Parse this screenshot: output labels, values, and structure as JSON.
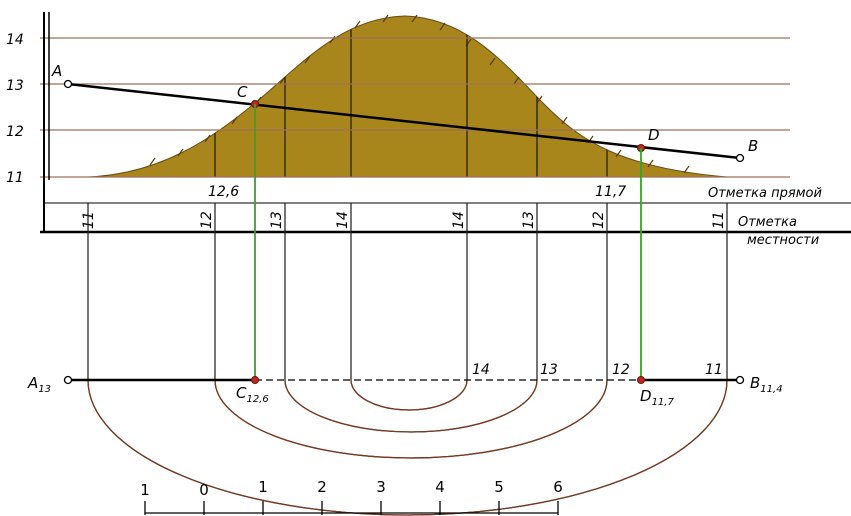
{
  "level_labels": [
    "14",
    "13",
    "12",
    "11"
  ],
  "points": {
    "A": "A",
    "B": "B",
    "C": "C",
    "D": "D"
  },
  "profile_marks": {
    "c_mark": "12,6",
    "d_mark": "11,7"
  },
  "row_captions": {
    "line_mark": "Отметка прямой",
    "terrain_mark_1": "Отметка",
    "terrain_mark_2": "местности"
  },
  "terrain_ticks": [
    "11",
    "12",
    "13",
    "14",
    "14",
    "13",
    "12",
    "11"
  ],
  "plan_labels": {
    "a_main": "A",
    "a_sub": "13",
    "b_main": "B",
    "b_sub": "11,4",
    "c_main": "C",
    "c_sub": "12,6",
    "d_main": "D",
    "d_sub": "11,7",
    "contour_14": "14",
    "contour_13": "13",
    "contour_12": "12",
    "contour_11": "11"
  },
  "scale_labels": [
    "1",
    "0",
    "1",
    "2",
    "3",
    "4",
    "5",
    "6"
  ],
  "colors": {
    "terrain_fill": "#a8861c",
    "level_line": "#a0705a",
    "contour": "#7a3a1e",
    "projection": "#3aa02a",
    "point_fill": "#c0281e"
  }
}
